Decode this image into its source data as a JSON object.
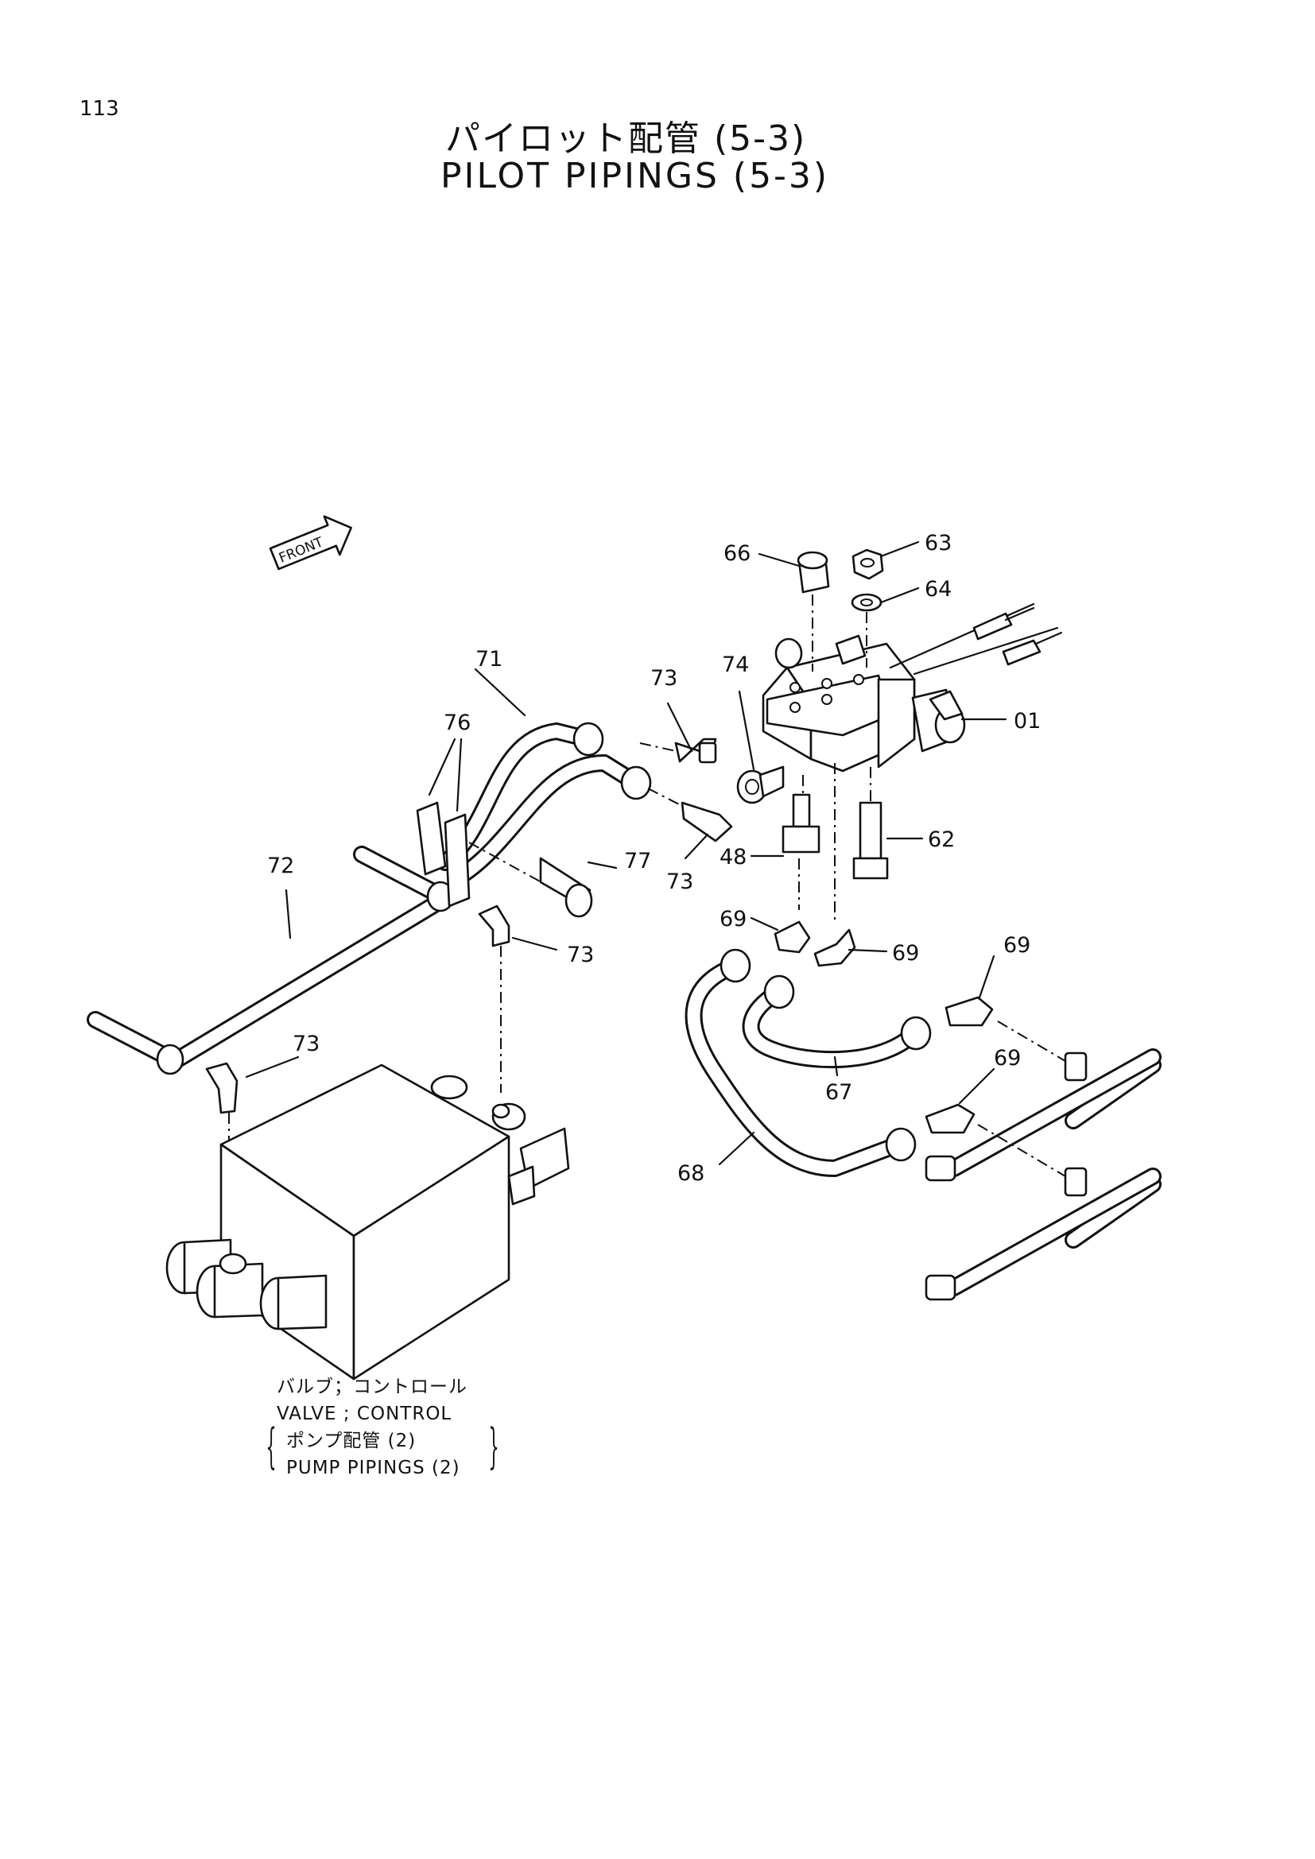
{
  "page_number": "113",
  "title": {
    "japanese": "パイロット配管 (5-3)",
    "english": "PILOT PIPINGS (5-3)"
  },
  "front_marker": "FRONT",
  "part_labels": {
    "p01": "01",
    "p48": "48",
    "p62": "62",
    "p63": "63",
    "p64": "64",
    "p66": "66",
    "p67": "67",
    "p68": "68",
    "p69a": "69",
    "p69b": "69",
    "p69c": "69",
    "p69d": "69",
    "p71": "71",
    "p72": "72",
    "p73a": "73",
    "p73b": "73",
    "p73c": "73",
    "p73d": "73",
    "p74": "74",
    "p76": "76",
    "p77": "77"
  },
  "caption": {
    "line1": "バルブ；コントロール",
    "line2": "VALVE ; CONTROL",
    "line3": "ポンプ配管 (2)",
    "line4": "PUMP PIPINGS (2)"
  }
}
